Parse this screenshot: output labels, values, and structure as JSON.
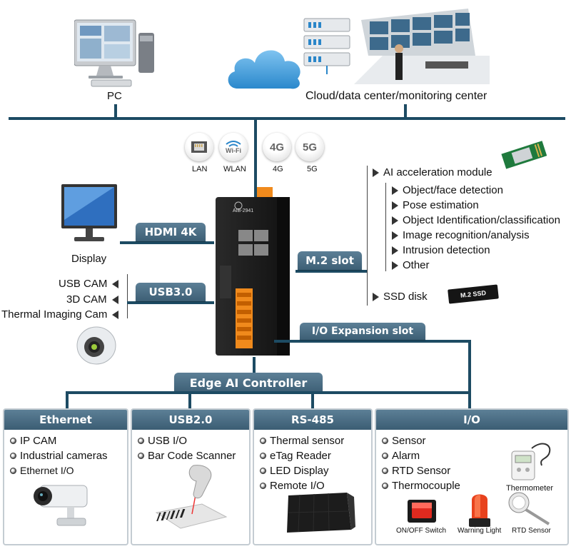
{
  "top": {
    "pc_label": "PC",
    "cloud_label": "Cloud/data center/monitoring center"
  },
  "network": {
    "lan": "LAN",
    "wlan": "WLAN",
    "g4": "4G",
    "g5": "5G",
    "wifi_text": "Wi-Fi",
    "g4_icon": "4G",
    "g5_icon": "5G"
  },
  "device": {
    "model": "AIB-2941"
  },
  "left": {
    "hdmi_tab": "HDMI 4K",
    "display_label": "Display",
    "usb3_tab": "USB3.0",
    "cams": [
      "USB CAM",
      "3D CAM",
      "Thermal Imaging Cam"
    ]
  },
  "right": {
    "m2_tab": "M.2 slot",
    "ai_module": "AI acceleration module",
    "ai_items": [
      "Object/face detection",
      "Pose estimation",
      "Object Identification/classification",
      "Image recognition/analysis",
      "Intrusion detection",
      "Other"
    ],
    "ssd": "SSD disk",
    "ssd_card_text": "M.2 SSD"
  },
  "io_expansion_tab": "I/O Expansion slot",
  "controller_tab": "Edge AI Controller",
  "panels": {
    "ethernet": {
      "title": "Ethernet",
      "items": [
        "IP CAM",
        "Industrial cameras",
        "Ethernet I/O"
      ]
    },
    "usb2": {
      "title": "USB2.0",
      "items": [
        "USB I/O",
        "Bar Code Scanner"
      ]
    },
    "rs485": {
      "title": "RS-485",
      "items": [
        "Thermal sensor",
        "eTag Reader",
        "LED Display",
        "Remote I/O"
      ]
    },
    "io": {
      "title": "I/O",
      "items": [
        "Sensor",
        "Alarm",
        "RTD Sensor",
        "Thermocouple"
      ],
      "thermometer": "Thermometer",
      "switch": "ON/OFF Switch",
      "warning_light": "Warning Light",
      "rtd_sensor": "RTD Sensor"
    }
  },
  "colors": {
    "line": "#1d4b63",
    "tab": "#4a6d84",
    "accent_orange": "#f08a1c"
  }
}
